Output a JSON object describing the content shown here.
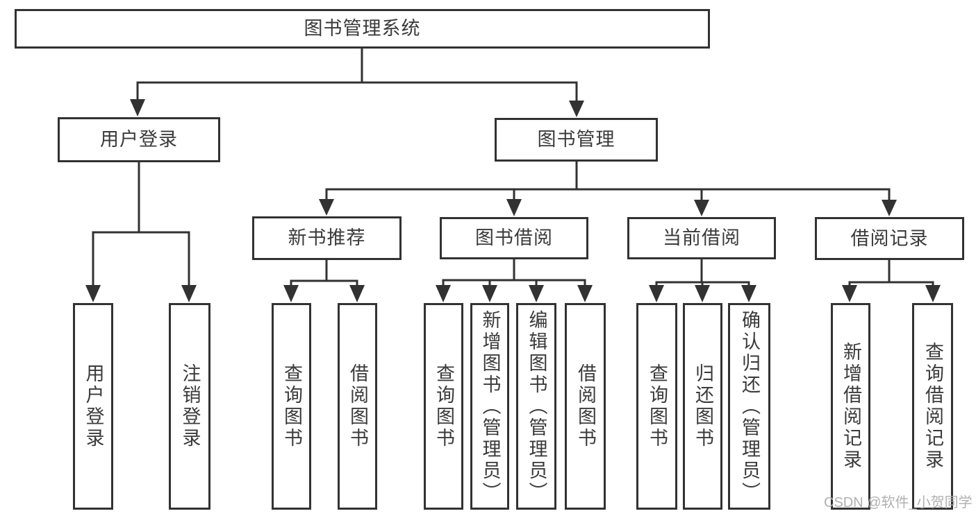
{
  "diagram": {
    "type": "tree",
    "title": "图书管理系统",
    "background": "#ffffff",
    "line_color": "#323232",
    "text_color": "#3a3a3a",
    "watermark": {
      "text": "CSDN @软件_小贺同学",
      "color": "#b0b0b0"
    },
    "root": {
      "label": "图书管理系统"
    },
    "branches": [
      {
        "label": "用户登录",
        "children": [
          {
            "label": "用户登录"
          },
          {
            "label": "注销登录"
          }
        ]
      },
      {
        "label": "图书管理",
        "children": [
          {
            "label": "新书推荐",
            "children": [
              {
                "label": "查询图书"
              },
              {
                "label": "借阅图书"
              }
            ]
          },
          {
            "label": "图书借阅",
            "children": [
              {
                "label": "查询图书"
              },
              {
                "label": "新增图书（管理员）"
              },
              {
                "label": "编辑图书（管理员）"
              },
              {
                "label": "借阅图书"
              }
            ]
          },
          {
            "label": "当前借阅",
            "children": [
              {
                "label": "查询图书"
              },
              {
                "label": "归还图书"
              },
              {
                "label": "确认归还（管理员）"
              }
            ]
          },
          {
            "label": "借阅记录",
            "children": [
              {
                "label": "新增借阅记录"
              },
              {
                "label": "查询借阅记录"
              }
            ]
          }
        ]
      }
    ]
  }
}
